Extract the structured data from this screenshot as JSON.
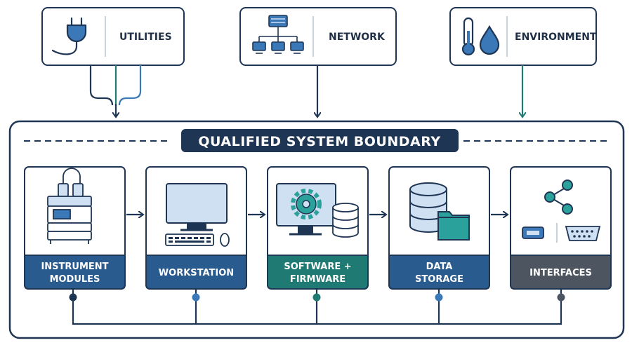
{
  "inputs": {
    "utilities": "UTILITIES",
    "network": "NETWORK",
    "environment": "ENVIRONMENT"
  },
  "boundary": {
    "title": "QUALIFIED SYSTEM BOUNDARY"
  },
  "components": [
    {
      "line1": "INSTRUMENT",
      "line2": "MODULES",
      "color": "#2a5b8f"
    },
    {
      "line1": "WORKSTATION",
      "line2": "",
      "color": "#2a5b8f"
    },
    {
      "line1": "SOFTWARE +",
      "line2": "FIRMWARE",
      "color": "#1e7a73"
    },
    {
      "line1": "DATA",
      "line2": "STORAGE",
      "color": "#2a5b8f"
    },
    {
      "line1": "INTERFACES",
      "line2": "",
      "color": "#4d5560"
    }
  ],
  "colors": {
    "navy": "#1f3554",
    "blue": "#2a5b8f",
    "teal": "#1e7a73",
    "gray": "#4d5560",
    "light_blue": "#cfe0f2",
    "mid_blue": "#3a78b8",
    "teal_light": "#2aa19a"
  },
  "icons": [
    "plug-icon",
    "network-tree-icon",
    "thermometer-icon",
    "water-drop-icon",
    "instrument-stack-icon",
    "monitor-icon",
    "keyboard-icon",
    "mouse-icon",
    "gear-icon",
    "database-icon",
    "folder-icon",
    "share-icon",
    "usb-port-icon",
    "serial-port-icon"
  ]
}
